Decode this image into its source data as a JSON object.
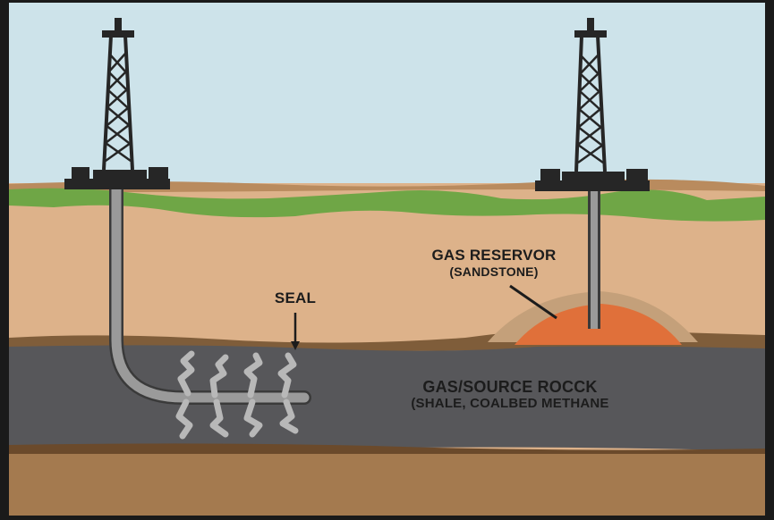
{
  "labels": {
    "seal": "SEAL",
    "reservoir_title": "GAS RESERVOR",
    "reservoir_sub": "(SANDSTONE)",
    "source_title": "GAS/SOURCE ROCCK",
    "source_sub": "(SHALE, COALBED METHANE"
  },
  "colors": {
    "sky": "#cde3ea",
    "grass": "#6fa646",
    "sandstone": "#ddb28a",
    "soil_dark": "#7f5d3a",
    "shale": "#57575a",
    "reservoir": "#e0703a",
    "basement": "#a47a4f",
    "frame": "#1a1a1a",
    "pipe": "#9a9a9a",
    "derrick": "#262626"
  }
}
